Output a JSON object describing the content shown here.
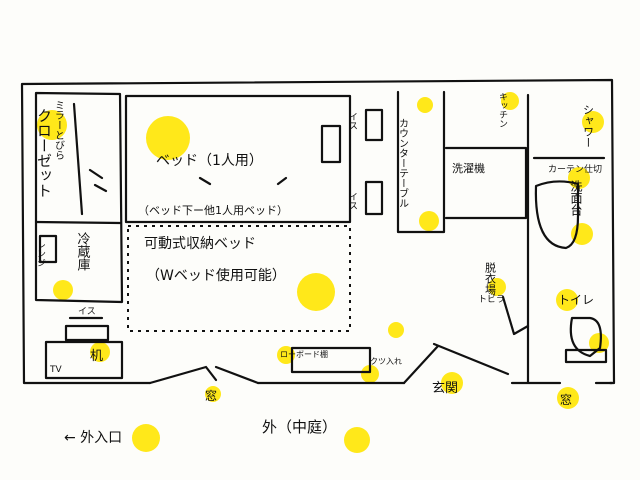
{
  "colors": {
    "ink": "#111111",
    "highlight": "#ffe81a",
    "paper": "#fdfdfa"
  },
  "labels": {
    "closet_note": "ミラーとびら",
    "closet": "クローゼット",
    "bed": "ベッド（1人用）",
    "bed_note": "（ベッド下ー他1人用ベッド）",
    "chair_top": "イス",
    "chair_left": "イス",
    "chair_mid": "イス",
    "microwave": "レンジ",
    "fridge": "冷蔵庫",
    "storage_bed": "可動式収納ベッド",
    "storage_bed_note": "（Wベッド使用可能）",
    "desk": "机",
    "tv": "TV",
    "counter": "カウンターテーブル",
    "washer": "洗濯機",
    "kitchen": "キッチン",
    "shower": "シャワー",
    "curtain": "カーテン仕切",
    "washbasin": "洗面台",
    "changing": "脱衣場",
    "door": "トビラ",
    "toilet": "トイレ",
    "low_shelf": "ローボード棚",
    "shoe": "クツ入れ",
    "window_left": "窓",
    "entrance": "玄関",
    "window_right": "窓",
    "outside_entrance": "← 外入口",
    "outside": "外（中庭）"
  }
}
